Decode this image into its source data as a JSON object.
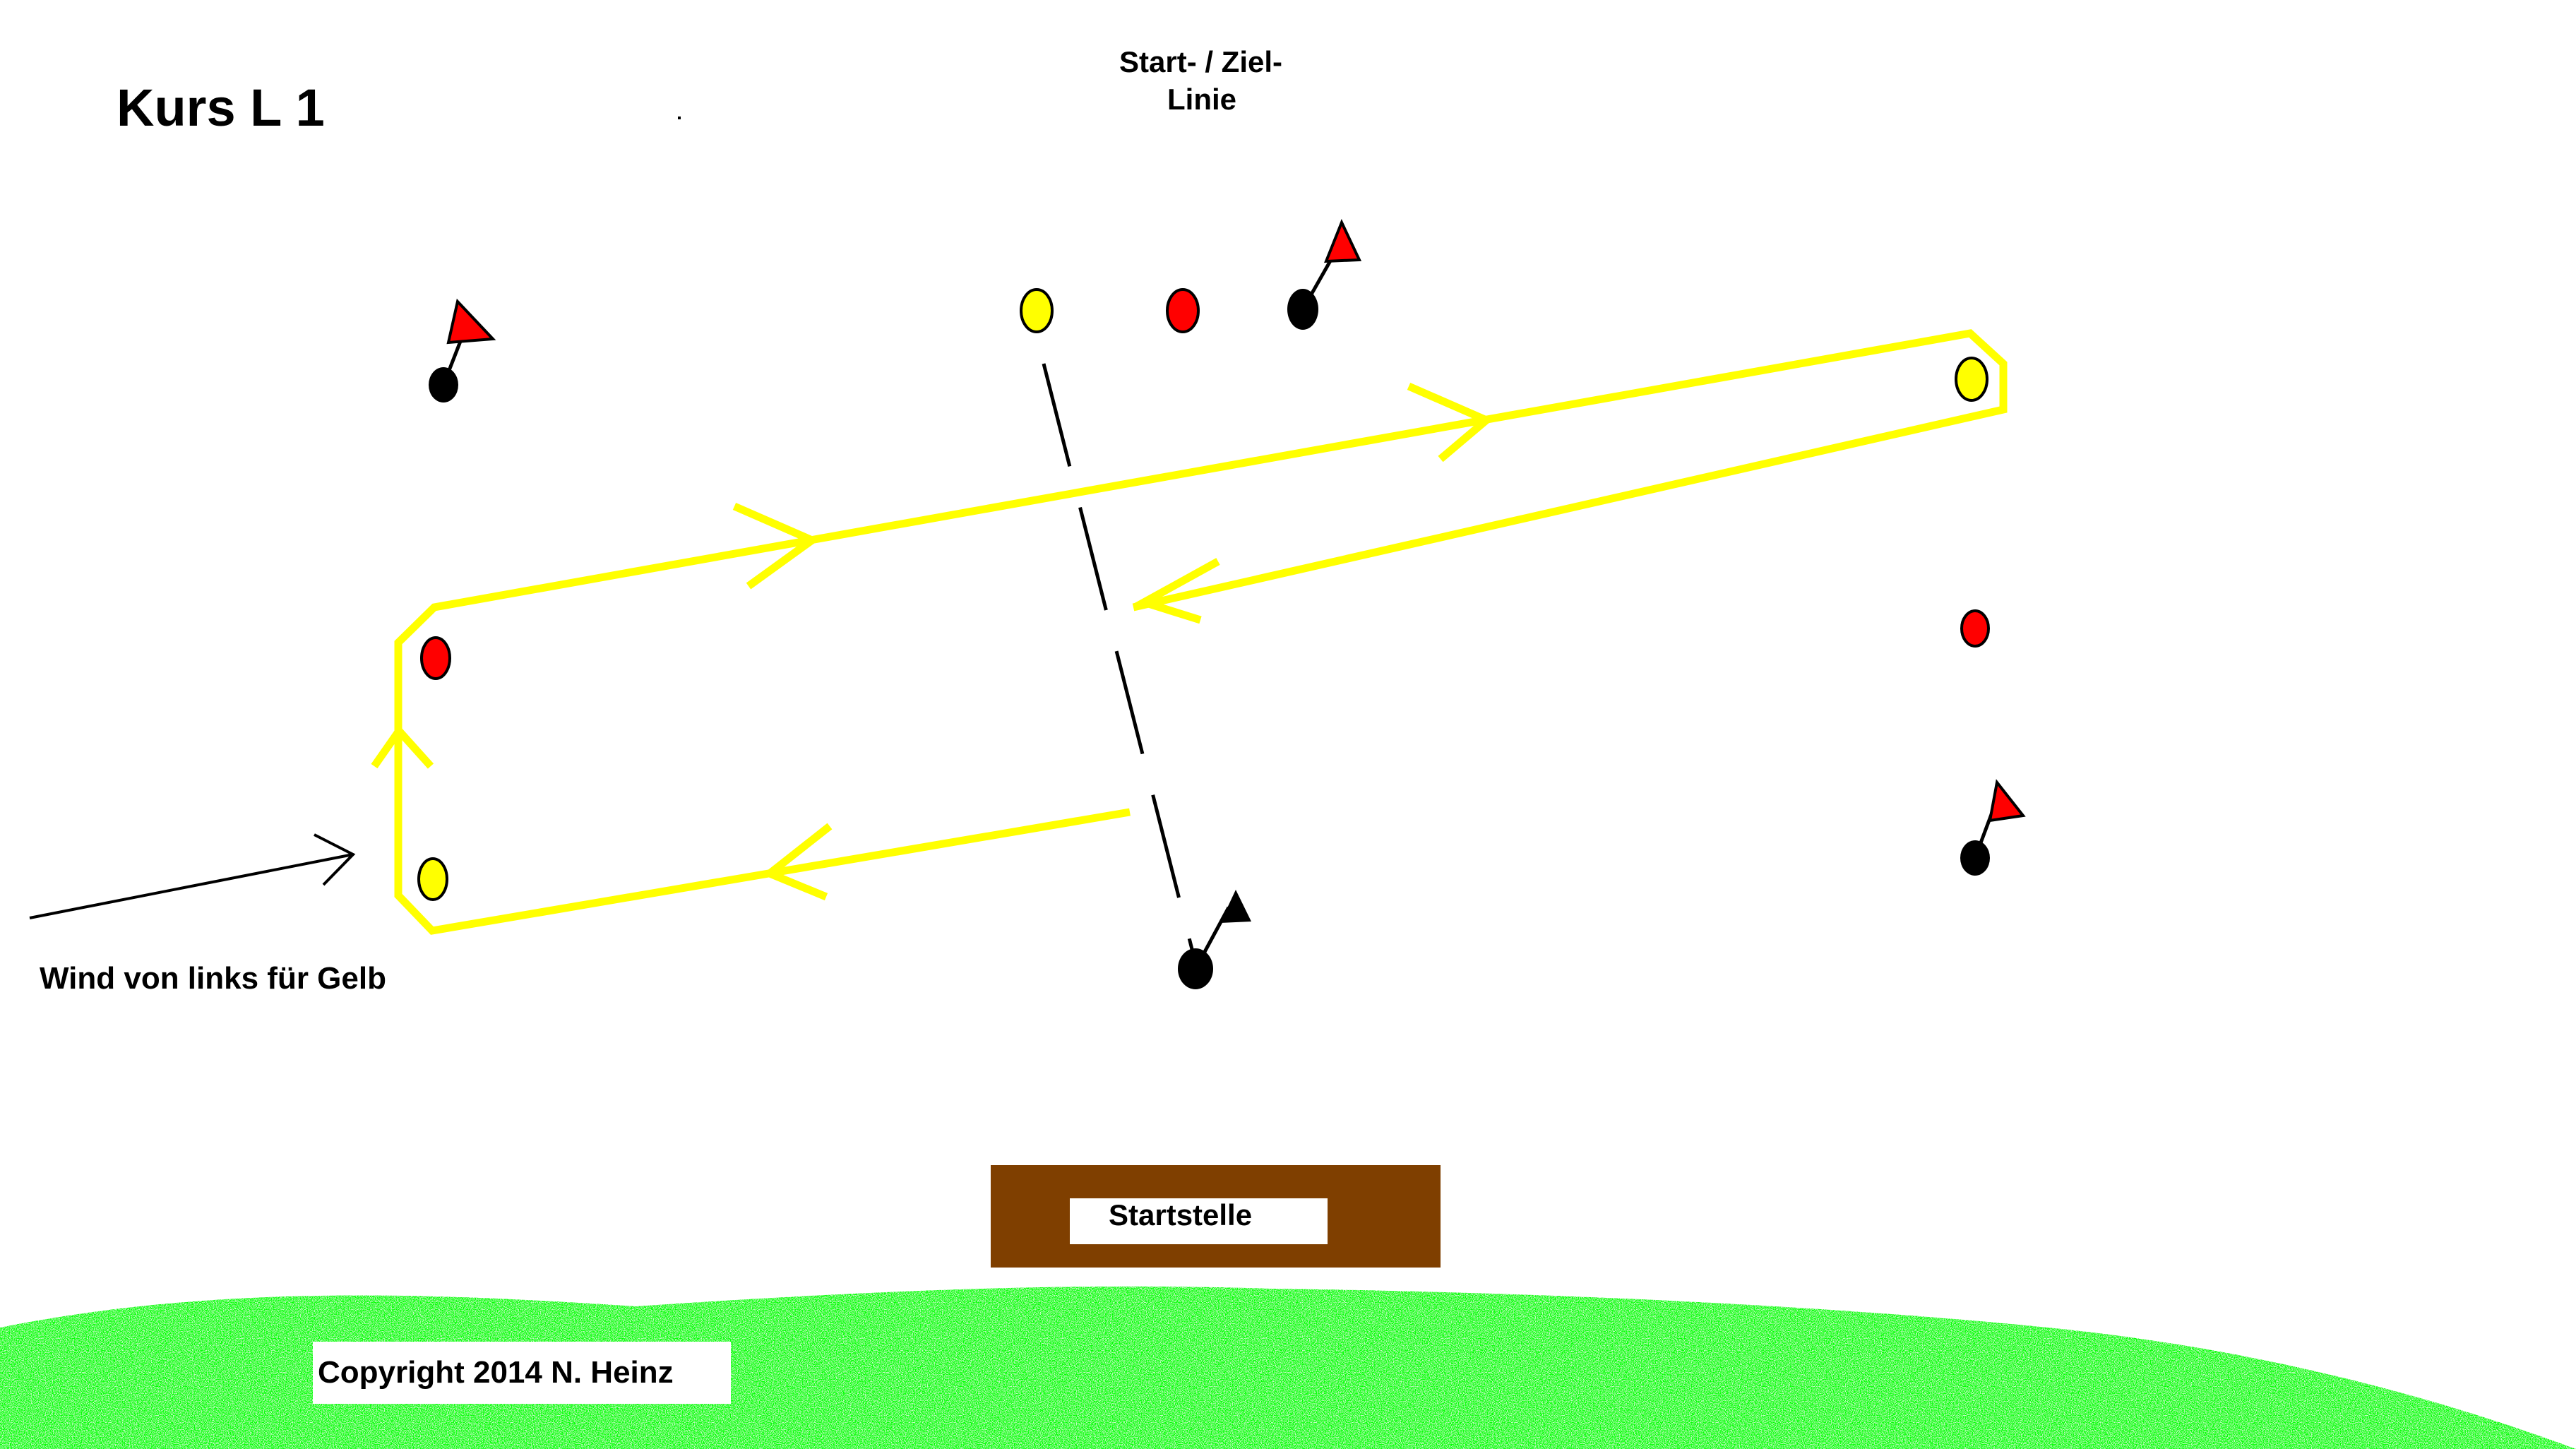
{
  "title": "Kurs L 1",
  "start_finish_line": {
    "line1": "Start-  /  Ziel-",
    "line2": "Linie"
  },
  "wind_label": "Wind von links für Gelb",
  "start_area_label": "Startstelle",
  "copyright": "Copyright 2014  N.  Heinz",
  "colors": {
    "background": "#ffffff",
    "course_path": "#ffff00",
    "yellow_buoy": "#ffff00",
    "red_buoy": "#ff0000",
    "black_buoy": "#000000",
    "red_flag": "#ff0000",
    "black_flag": "#000000",
    "start_area": "#7f3f00",
    "grass": "#00ff00"
  }
}
